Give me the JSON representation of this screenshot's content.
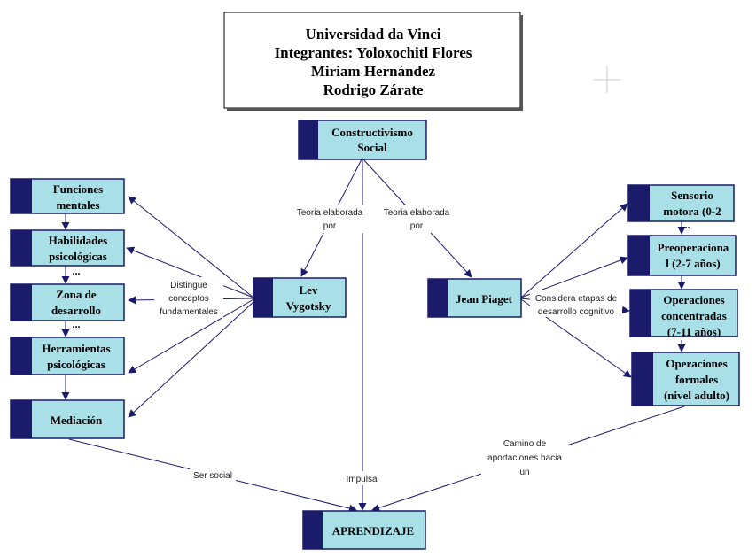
{
  "title_box": {
    "lines": [
      "Universidad da Vinci",
      "Integrantes: Yoloxochitl Flores",
      "Miriam Hernández",
      "Rodrigo Zárate"
    ]
  },
  "colors": {
    "node_fill": "#a9dfe6",
    "node_bar": "#1b1b6b",
    "node_border": "#1b1b6b",
    "arrow": "#1b1b6b",
    "line": "#1b1b6b"
  },
  "nodes": {
    "constructivismo": [
      "Constructivismo",
      "Social"
    ],
    "funciones": [
      "Funciones",
      "mentales"
    ],
    "habilidades": [
      "Habilidades",
      "psicológicas"
    ],
    "zona": [
      "Zona de",
      "desarrollo"
    ],
    "herramientas": [
      "Herramientas",
      "psicológicas"
    ],
    "mediacion": [
      "Mediación"
    ],
    "vygotsky": [
      "Lev",
      "Vygotsky"
    ],
    "piaget": [
      "Jean Piaget"
    ],
    "sensorio": [
      "Sensorio",
      "motora (0-2"
    ],
    "preoperacional": [
      "Preoperaciona",
      "l (2-7 años)"
    ],
    "concretas": [
      "Operaciones",
      "concentradas",
      "(7-11 años)"
    ],
    "formales": [
      "Operaciones",
      "formales",
      "(nivel adulto)"
    ],
    "aprendizaje": [
      "APRENDIZAJE"
    ]
  },
  "link_labels": {
    "teoria_vygotsky": [
      "Teoria elaborada",
      "por"
    ],
    "teoria_piaget": [
      "Teoria elaborada",
      "por"
    ],
    "distingue": [
      "Distingue",
      "conceptos",
      "fundamentales"
    ],
    "considera": [
      "Considera etapas de",
      "desarrollo cognitivo"
    ],
    "impulsa": [
      "Impulsa"
    ],
    "ser_social": [
      "Ser social"
    ],
    "camino": [
      "Camino de",
      "aportaciones hacia",
      "un"
    ]
  },
  "ellipsis": "..."
}
